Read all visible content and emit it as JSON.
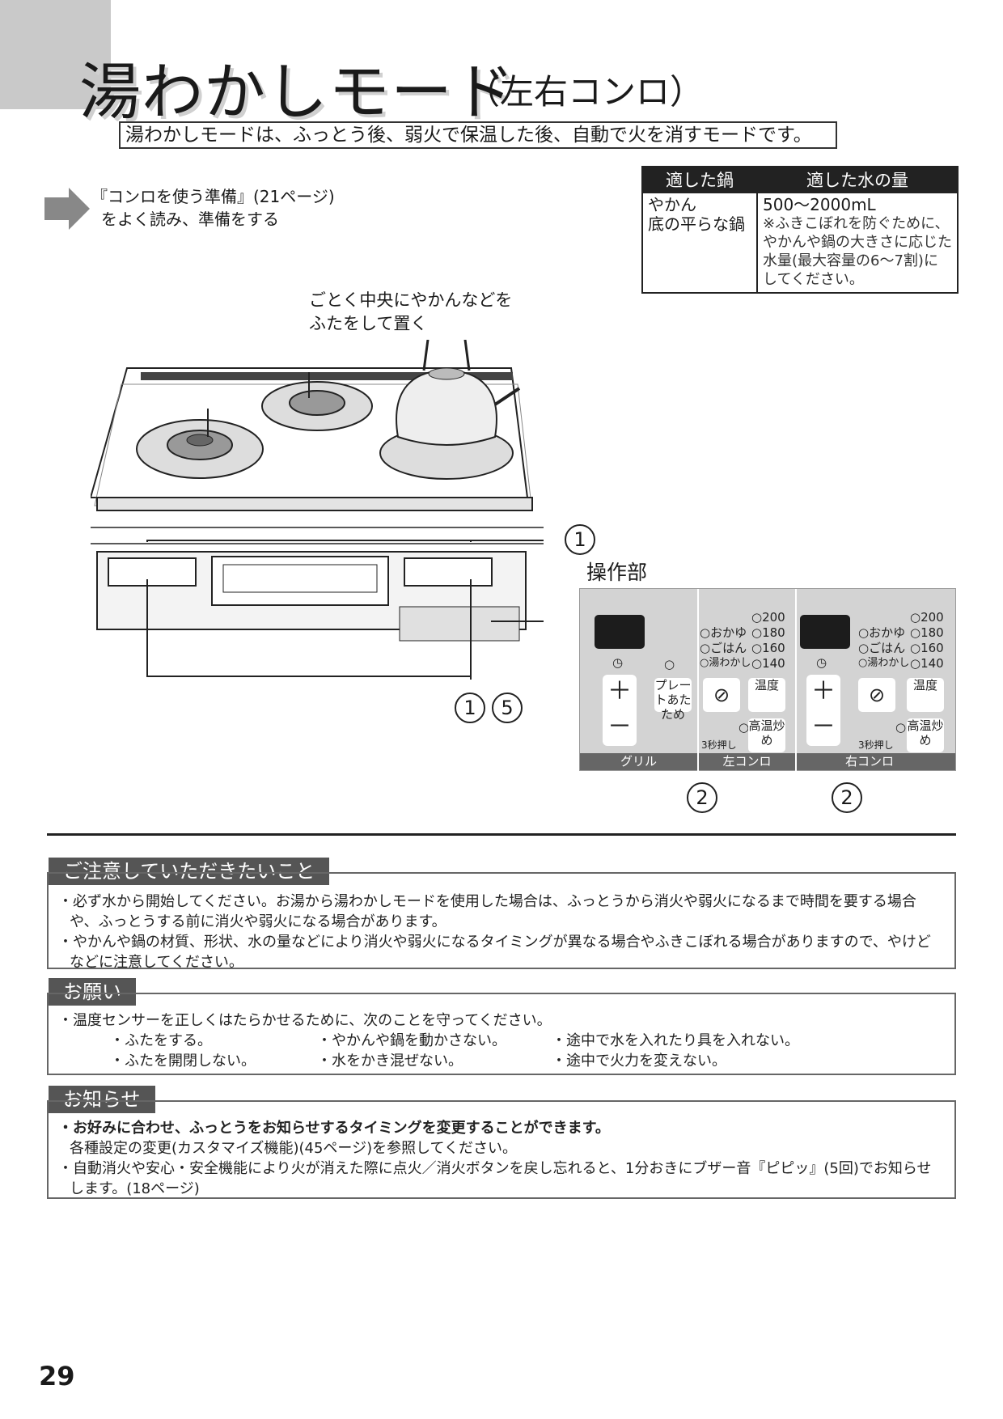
{
  "header": {
    "title": "湯わかしモード",
    "subtitle": "（左右コンロ）",
    "intro": "湯わかしモードは、ふっとう後、弱火で保温した後、自動で火を消すモードです。"
  },
  "prep": {
    "line1": "『コンロを使う準備』(21ページ)",
    "line2": "をよく読み、準備をする"
  },
  "pots_table": {
    "col1": "適した鍋",
    "col2": "適した水の量",
    "pot1": "やかん",
    "pot2": "底の平らな鍋",
    "amount": "500〜2000mL",
    "note": "※ふきこぼれを防ぐために、やかんや鍋の大きさに応じた水量(最大容量の6〜7割)にしてください。"
  },
  "figure": {
    "place_line1": "ごとく中央にやかんなどを",
    "place_line2": "ふたをして置く",
    "op_label": "操作部",
    "mark1": "1",
    "mark1b": "1",
    "mark5": "5",
    "mark2a": "2",
    "mark2b": "2"
  },
  "panel": {
    "grill_label": "グリル",
    "left_label": "左コンロ",
    "right_label": "右コンロ",
    "plate": "プレートあたため",
    "temp": "温度",
    "high": "高温炒め",
    "hold": "3秒押し",
    "okayu": "○おかゆ",
    "gohan": "○ごはん",
    "yuwakashi": "○湯わかし",
    "t200": "○200",
    "t180": "○180",
    "t160": "○160",
    "t140": "○140",
    "plus": "＋",
    "minus": "－"
  },
  "caution": {
    "header": "ご注意していただきたいこと",
    "item1": "・必ず水から開始してください。お湯から湯わかしモードを使用した場合は、ふっとうから消火や弱火になるまで時間を要する場合や、ふっとうする前に消火や弱火になる場合があります。",
    "item2": "・やかんや鍋の材質、形状、水の量などにより消火や弱火になるタイミングが異なる場合やふきこぼれる場合がありますので、やけどなどに注意してください。"
  },
  "request": {
    "header": "お願い",
    "intro": "・温度センサーを正しくはたらかせるために、次のことを守ってください。",
    "a1": "・ふたをする。",
    "a2": "・ふたを開閉しない。",
    "b1": "・やかんや鍋を動かさない。",
    "b2": "・水をかき混ぜない。",
    "c1": "・途中で水を入れたり具を入れない。",
    "c2": "・途中で火力を変えない。"
  },
  "notice": {
    "header": "お知らせ",
    "item1": "・お好みに合わせ、ふっとうをお知らせするタイミングを変更することができます。",
    "item1b": "各種設定の変更(カスタマイズ機能)(45ページ)を参照してください。",
    "item2": "・自動消火や安心・安全機能により火が消えた際に点火／消火ボタンを戻し忘れると、1分おきにブザー音『ピピッ』(5回)でお知らせします。(18ページ)"
  },
  "page_number": "29"
}
